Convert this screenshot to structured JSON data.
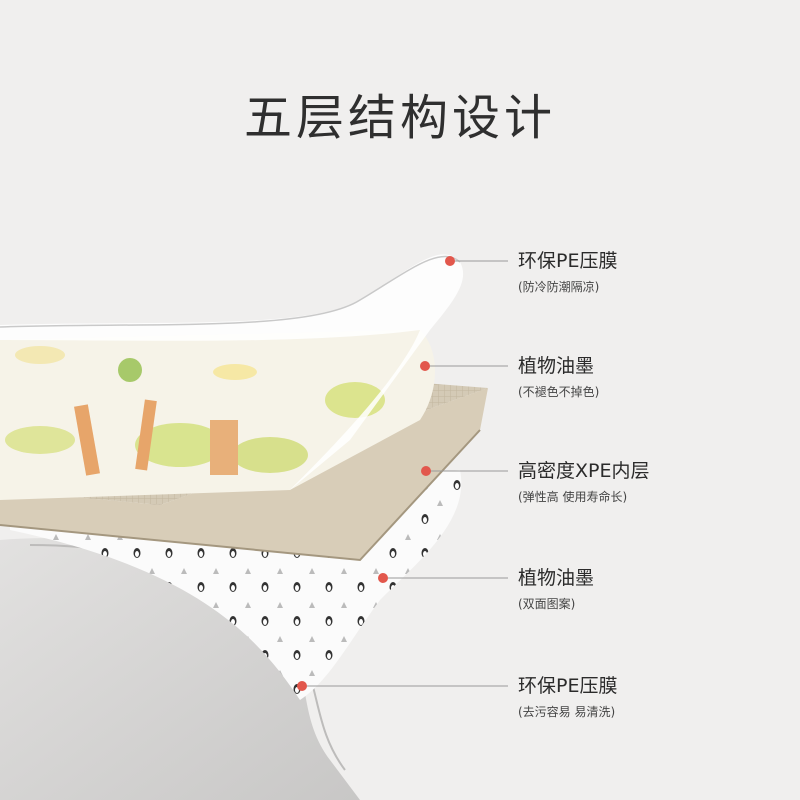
{
  "title": "五层结构设计",
  "layers": [
    {
      "name": "环保PE压膜",
      "desc": "(防冷防潮隔凉)"
    },
    {
      "name": "植物油墨",
      "desc": "(不褪色不掉色)"
    },
    {
      "name": "高密度XPE内层",
      "desc": "(弹性高 使用寿命长)"
    },
    {
      "name": "植物油墨",
      "desc": "(双面图案)"
    },
    {
      "name": "环保PE压膜",
      "desc": "(去污容易 易清洗)"
    }
  ],
  "colors": {
    "marker": "#e2574c",
    "leader": "#9a9a9a",
    "background": "#f0efee",
    "foam": "#d6ccb8"
  }
}
